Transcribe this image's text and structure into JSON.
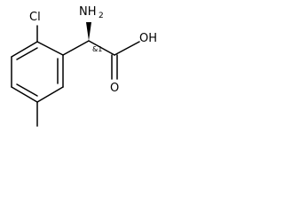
{
  "molecule": {
    "labels": {
      "chlorine": "Cl",
      "amine_n": "NH",
      "amine_sub": "2",
      "hydroxyl": "OH",
      "carbonyl_o": "O",
      "stereo": "&1"
    }
  }
}
